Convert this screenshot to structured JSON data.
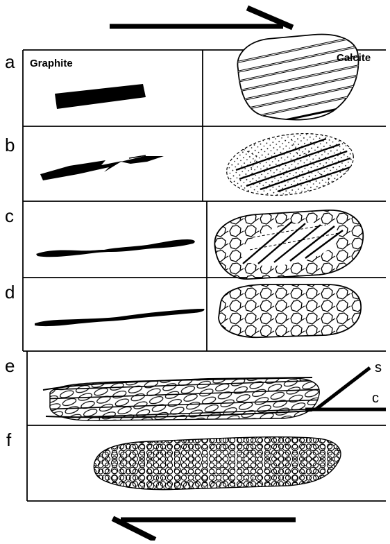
{
  "columns": {
    "left": "Graphite",
    "right": "Calcite"
  },
  "rows": [
    {
      "letter": "a"
    },
    {
      "letter": "b"
    },
    {
      "letter": "c"
    },
    {
      "letter": "d"
    },
    {
      "letter": "e"
    },
    {
      "letter": "f"
    }
  ],
  "fabric_labels": {
    "s": "s",
    "c": "c"
  },
  "colors": {
    "ink": "#000000",
    "background": "#ffffff"
  }
}
